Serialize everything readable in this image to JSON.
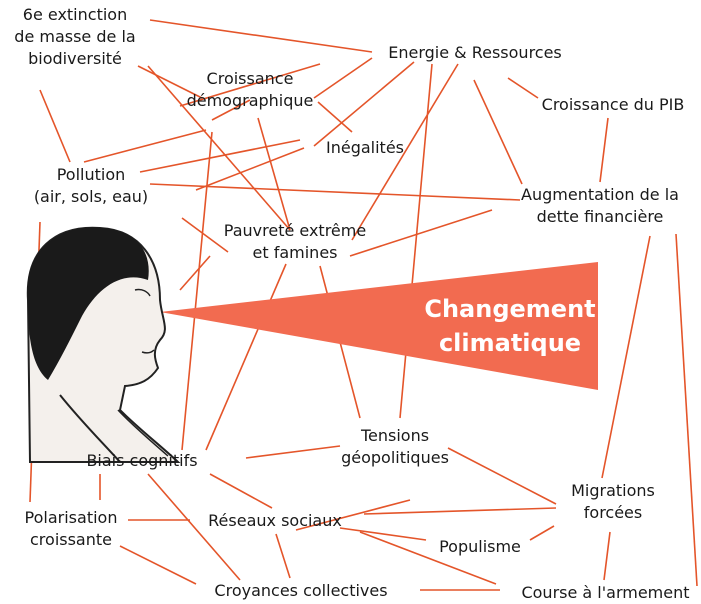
{
  "colors": {
    "link": "#e4552a",
    "cone": "#f26b50",
    "text": "#1a1a1a"
  },
  "center": {
    "title": "Changement\nclimatique"
  },
  "nodes": {
    "extinction": "6e extinction\nde masse de la\nbiodiversité",
    "energie": "Energie & Ressources",
    "croissance_demo": "Croissance\ndémographique",
    "croissance_pib": "Croissance du PIB",
    "inegalites": "Inégalités",
    "pollution": "Pollution\n(air, sols, eau)",
    "dette": "Augmentation de la\ndette financière",
    "pauvrete": "Pauvreté extrême\net famines",
    "tensions": "Tensions\ngéopolitiques",
    "biais": "Biais cognitifs",
    "migrations": "Migrations\nforcées",
    "polarisation": "Polarisation\ncroissante",
    "reseaux": "Réseaux sociaux",
    "populisme": "Populisme",
    "croyances": "Croyances collectives",
    "armement": "Course à l'armement"
  },
  "illustration": {
    "name": "human-head-profile"
  }
}
